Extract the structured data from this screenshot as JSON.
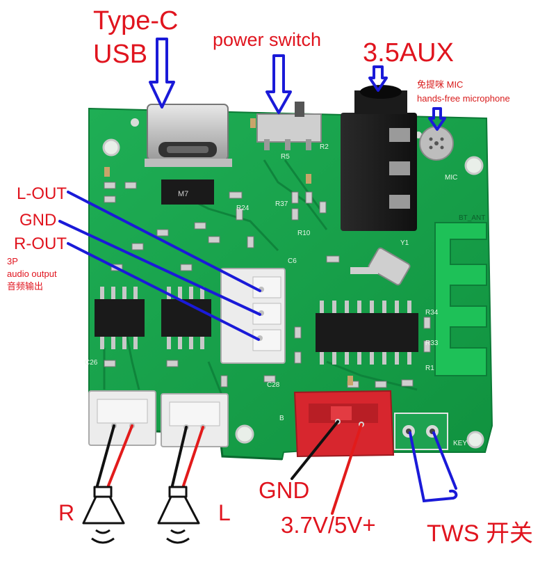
{
  "labels": {
    "type_c": "Type-C",
    "usb": "USB",
    "power_switch": "power switch",
    "aux": "3.5AUX",
    "mic_cn": "免提咪 MIC",
    "mic_en": "hands-free microphone",
    "l_out": "L-OUT",
    "gnd_out": "GND",
    "r_out": "R-OUT",
    "p3": "3P",
    "audio_output": "audio output",
    "audio_output_cn": "音频输出",
    "speaker_r": "R",
    "speaker_l": "L",
    "gnd_power": "GND",
    "power_voltage": "3.7V/5V+",
    "tws_switch": "TWS 开关"
  },
  "silkscreen": {
    "m7": "M7",
    "bt_ant": "BT_ANT",
    "key": "KEY",
    "r24": "R24",
    "r10": "R10",
    "r33": "R33",
    "r34": "R34",
    "c26": "C26",
    "c28": "C28",
    "c6": "C6",
    "y1": "Y1",
    "r1": "R1",
    "r5": "R5",
    "r37": "R37",
    "r2": "R2",
    "mic": "MIC",
    "b": "B"
  },
  "colors": {
    "pcb": "#14a04a",
    "pcb_dark": "#0c7a36",
    "label_red": "#e0141e",
    "arrow_blue": "#1a1ad8",
    "connector_red": "#d7262e"
  }
}
